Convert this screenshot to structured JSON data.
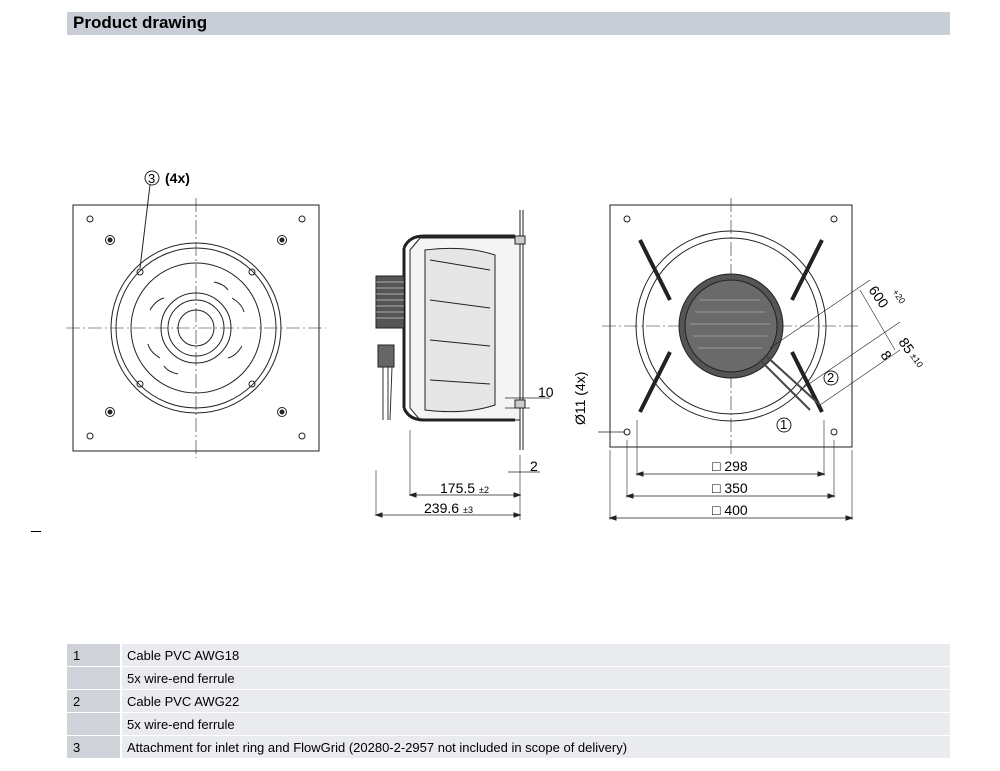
{
  "header": {
    "title": "Product drawing"
  },
  "drawing": {
    "callout_front": "3",
    "callout_front_qty": "(4x)",
    "side_dims": {
      "d10": "10",
      "d2": "2",
      "d175": "175.5",
      "d175_tol": "±2",
      "d239": "239.6",
      "d239_tol": "±3",
      "hole": "Ø11 (4x)"
    },
    "rear_dims": {
      "d298": "□ 298",
      "d350": "□ 350",
      "d400": "□ 400",
      "d600": "600",
      "d600_tol": "+20",
      "d85": "85",
      "d85_tol": "±10",
      "d8": "8",
      "callout1": "1",
      "callout2": "2"
    }
  },
  "legend": [
    {
      "num": "1",
      "text": "Cable PVC AWG18"
    },
    {
      "num": "",
      "text": "5x wire-end ferrule"
    },
    {
      "num": "2",
      "text": "Cable PVC AWG22"
    },
    {
      "num": "",
      "text": "5x wire-end ferrule"
    },
    {
      "num": "3",
      "text": "Attachment for inlet ring and FlowGrid (20280-2-2957 not included in scope of delivery)"
    }
  ]
}
